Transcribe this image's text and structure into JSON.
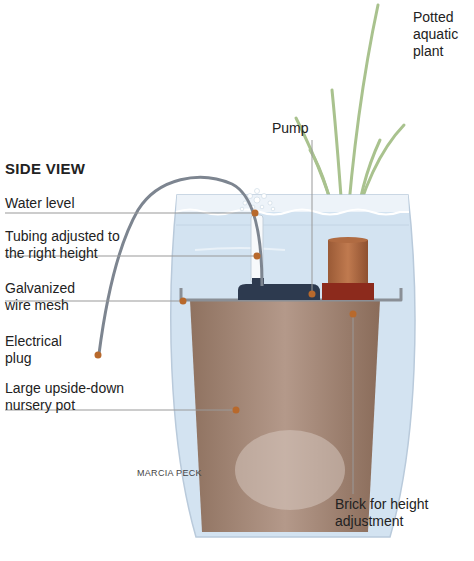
{
  "diagram": {
    "title": "SIDE VIEW",
    "labels": [
      "Water level",
      "Tubing adjusted to the right height",
      "Galvanized wire mesh",
      "Electrical plug",
      "Large upside-down nursery pot",
      "Pump",
      "Potted aquatic plant",
      "MARCIA PECK",
      "Brick for height adjustment"
    ]
  }
}
